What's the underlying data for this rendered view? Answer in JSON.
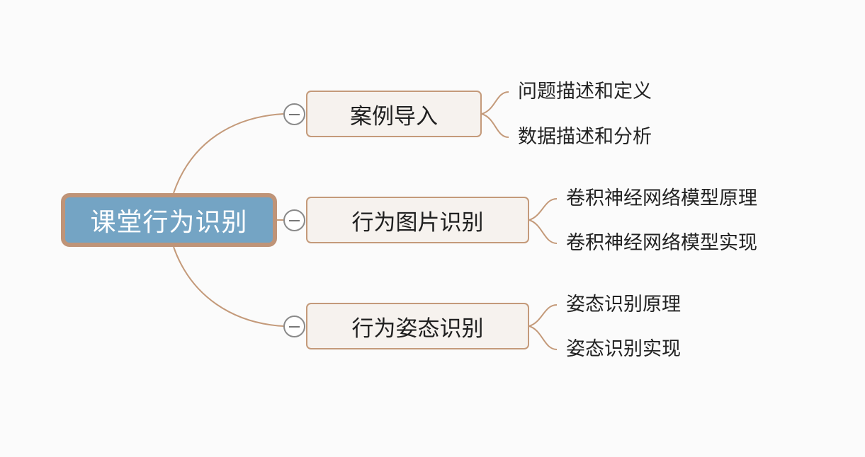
{
  "root": {
    "label": "课堂行为识别"
  },
  "topics": [
    {
      "label": "案例导入",
      "children": [
        "问题描述和定义",
        "数据描述和分析"
      ]
    },
    {
      "label": "行为图片识别",
      "children": [
        "卷积神经网络模型原理",
        "卷积神经网络模型实现"
      ]
    },
    {
      "label": "行为姿态识别",
      "children": [
        "姿态识别原理",
        "姿态识别实现"
      ]
    }
  ],
  "colors": {
    "root_fill": "#74a4c4",
    "root_border": "#bf9478",
    "topic_fill": "#f6f2ee",
    "connector": "#c49a7a",
    "collapse_icon": "#8a8a8a"
  },
  "icons": {
    "collapse": "collapse-minus-icon"
  }
}
